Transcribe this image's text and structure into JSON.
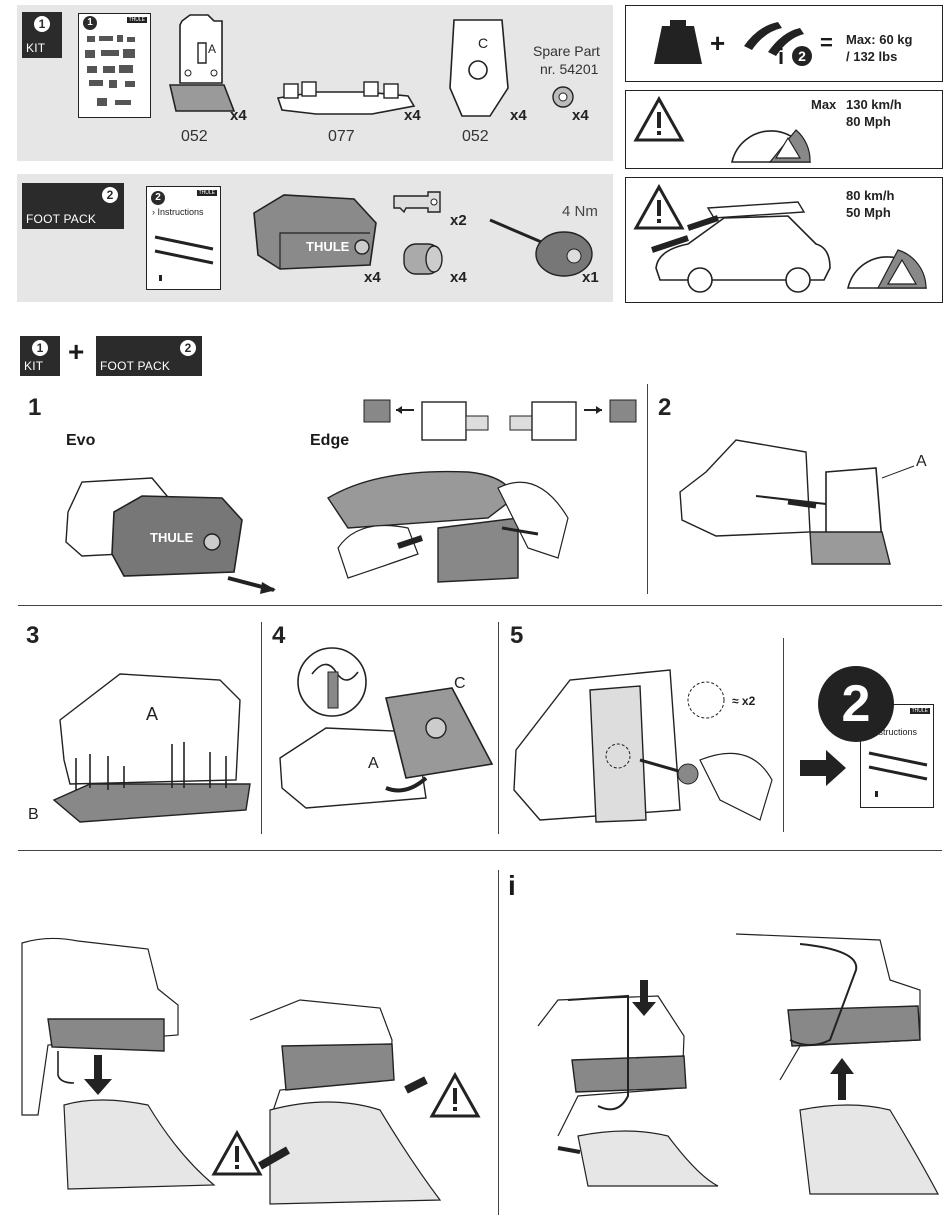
{
  "kit_badge": {
    "number": "1",
    "label": "KIT"
  },
  "foot_pack_badge": {
    "number": "2",
    "label": "FOOT PACK"
  },
  "kit_doc": {
    "number": "1",
    "brand": "THULE"
  },
  "kit_parts": [
    {
      "code": "052",
      "qty": "x4"
    },
    {
      "code": "077",
      "qty": "x4"
    },
    {
      "code": "052",
      "qty": "x4"
    }
  ],
  "spare_part": {
    "title": "Spare Part",
    "number": "nr. 54201",
    "qty": "x4"
  },
  "foot_pack_doc": {
    "number": "2",
    "title": "› Instructions",
    "brand": "THULE"
  },
  "foot_pack_parts": {
    "foot_qty": "x4",
    "key_qty": "x2",
    "lock_qty": "x4",
    "tool_torque": "4 Nm",
    "tool_qty": "x1"
  },
  "load_panel": {
    "plus": "+",
    "equals": "=",
    "info_number": "2",
    "max_kg": "Max: 60 kg",
    "max_lbs": "/ 132 lbs"
  },
  "speed_panel": {
    "label": "Max",
    "kmh": "130 km/h",
    "mph": "80 Mph"
  },
  "wind_panel": {
    "kmh": "80 km/h",
    "mph": "50 Mph"
  },
  "combo": {
    "plus": "+"
  },
  "steps": {
    "s1": "1",
    "evo": "Evo",
    "edge": "Edge",
    "thule": "THULE",
    "s2": "2",
    "label_a": "A",
    "s3": "3",
    "label_b": "B",
    "s4": "4",
    "label_c": "C",
    "s5": "5",
    "x2": "≈ x2",
    "next_number": "2",
    "next_title": "Instructions",
    "next_brand": "THULE",
    "info": "i"
  },
  "colors": {
    "panel": "#e6e6e6",
    "dark": "#2b2b2b",
    "foot": "#8a8a8a",
    "pad": "#9a9a9a"
  }
}
